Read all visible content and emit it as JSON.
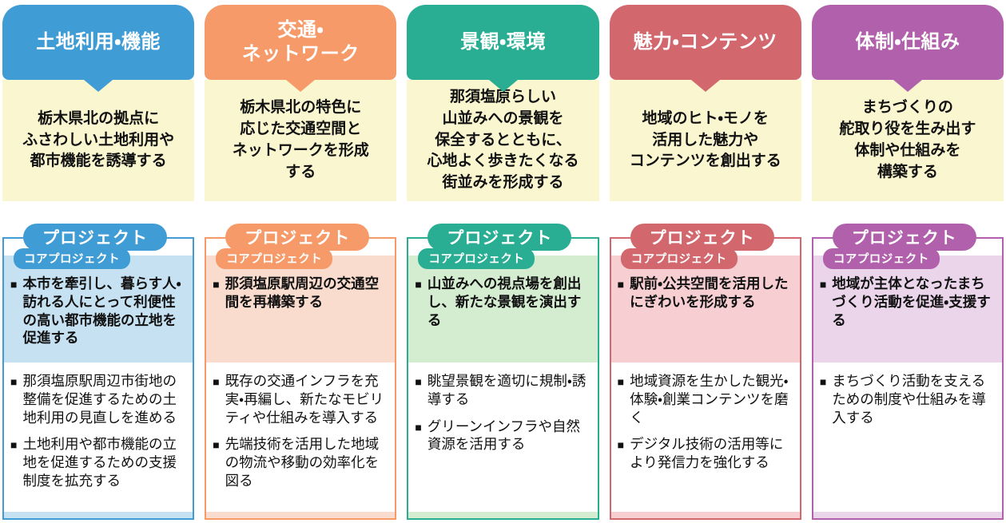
{
  "labels": {
    "project": "プロジェクト",
    "core_project": "コアプロジェクト",
    "bullet": "■"
  },
  "palette": {
    "description_background": "#faf6cf"
  },
  "columns": [
    {
      "id": "land-use-function",
      "header": "土地利用・機能",
      "description": [
        "栃木県北の拠点に",
        "ふさわしい土地利用や",
        "都市機能を誘導する"
      ],
      "accent_color": "#3f9cd4",
      "tint_color": "#c6e1f2",
      "core_items": [
        "本市を牽引し、暮らす人・訪れる人にとって利便性の高い都市機能の立地を促進する"
      ],
      "items": [
        "那須塩原駅周辺市街地の整備を促進するための土地利用の見直しを進める",
        "土地利用や都市機能の立地を促進するための支援制度を拡充する"
      ]
    },
    {
      "id": "transport-network",
      "header": [
        "交通・",
        "ネットワーク"
      ],
      "description": [
        "栃木県北の特色に",
        "応じた交通空間と",
        "ネットワークを形成",
        "する"
      ],
      "accent_color": "#f59a68",
      "tint_color": "#fadcce",
      "core_items": [
        "那須塩原駅周辺の交通空間を再構築する"
      ],
      "items": [
        "既存の交通インフラを充実・再編し、新たなモビリティや仕組みを導入する",
        "先端技術を活用した地域の物流や移動の効率化を図る"
      ]
    },
    {
      "id": "landscape-environment",
      "header": "景観・環境",
      "description": [
        "那須塩原らしい",
        "山並みへの景観を",
        "保全するとともに、",
        "心地よく歩きたくなる",
        "街並みを形成する"
      ],
      "accent_color": "#29ae94",
      "tint_color": "#d4ecd0",
      "core_items": [
        "山並みへの視点場を創出し、新たな景観を演出する"
      ],
      "items": [
        "眺望景観を適切に規制・誘導する",
        "グリーンインフラや自然資源を活用する"
      ]
    },
    {
      "id": "attraction-contents",
      "header": "魅力・コンテンツ",
      "description": [
        "地域のヒト・モノを",
        "活用した魅力や",
        "コンテンツを創出する"
      ],
      "accent_color": "#d2686d",
      "tint_color": "#f7cfd2",
      "core_items": [
        "駅前・公共空間を活用したにぎわいを形成する"
      ],
      "items": [
        "地域資源を生かした観光・体験・創業コンテンツを磨く",
        "デジタル技術の活用等により発信力を強化する"
      ]
    },
    {
      "id": "system-framework",
      "header": "体制・仕組み",
      "description": [
        "まちづくりの",
        "舵取り役を生み出す",
        "体制や仕組みを",
        "構築する"
      ],
      "accent_color": "#b160ab",
      "tint_color": "#ead5eb",
      "core_items": [
        "地域が主体となったまちづくり活動を促進・支援する"
      ],
      "items": [
        "まちづくり活動を支えるための制度や仕組みを導入する"
      ]
    }
  ]
}
